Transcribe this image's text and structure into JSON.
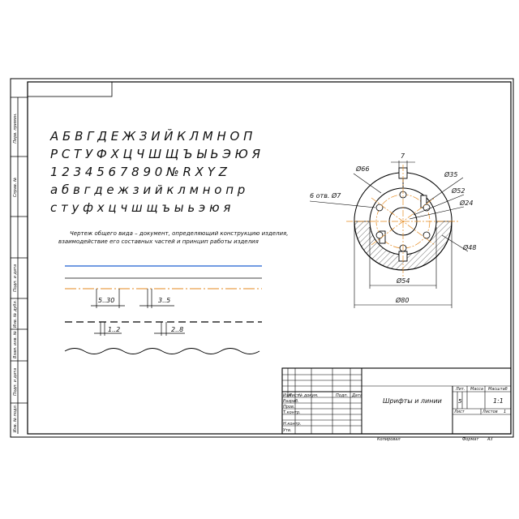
{
  "font_sample": {
    "line1": "А Б В Г Д Е Ж З И Й К Л М Н О П",
    "line2": "Р С Т У Ф Х Ц Ч Ш Щ Ъ Ы Ь Э Ю Я",
    "line3": "1 2 3 4 5 6 7 8 9 0 № R X Y Z",
    "line4": "а б в г д е ж з и й к л м н о п р",
    "line5": "с т у ф х ц ч ш щ ъ ы ь э ю я"
  },
  "definition": {
    "line1": "Чертеж общего вида – документ, определяющий конструкцию изделия,",
    "line2": "взаимодействие его составных частей и принцип работы изделия"
  },
  "line_dims": {
    "dash_a": "5..30",
    "dash_b": "3..5",
    "gap_a": "1..2",
    "gap_b": "2..8"
  },
  "part_dims": {
    "d66": "Ø66",
    "d35": "Ø35",
    "d52": "Ø52",
    "d24": "Ø24",
    "d48": "Ø48",
    "d54": "Ø54",
    "d80": "Ø80",
    "holes": "6 отв. Ø7",
    "slot": "7"
  },
  "left_strip": {
    "perv": "Перв. примен.",
    "sprav": "Справ. №",
    "podp_data1": "Подп. и дата",
    "inv_dubl": "Инв. № дубл.",
    "vzam_inv": "Взам. инв. №",
    "podp_data2": "Подп. и дата",
    "inv_podl": "Инв. № подл."
  },
  "title_block": {
    "hdr_izm": "Изм",
    "hdr_list": "Лист",
    "hdr_doc": "№ докум.",
    "hdr_podp": "Подп.",
    "hdr_data": "Дата",
    "razrab": "Разраб.",
    "prov": "Пров.",
    "tkontr": "Т.контр.",
    "nkontr": "Н.контр.",
    "utv": "Утв.",
    "title": "Шрифты и линии",
    "lit": "Лит.",
    "massa": "Масса",
    "masshtab": "Масштаб",
    "lit_value": "5",
    "scale_value": "1:1",
    "list": "Лист",
    "listov": "Листов",
    "listov_value": "1",
    "kopiroval": "Копировал",
    "format": "Формат",
    "format_value": "А3"
  }
}
